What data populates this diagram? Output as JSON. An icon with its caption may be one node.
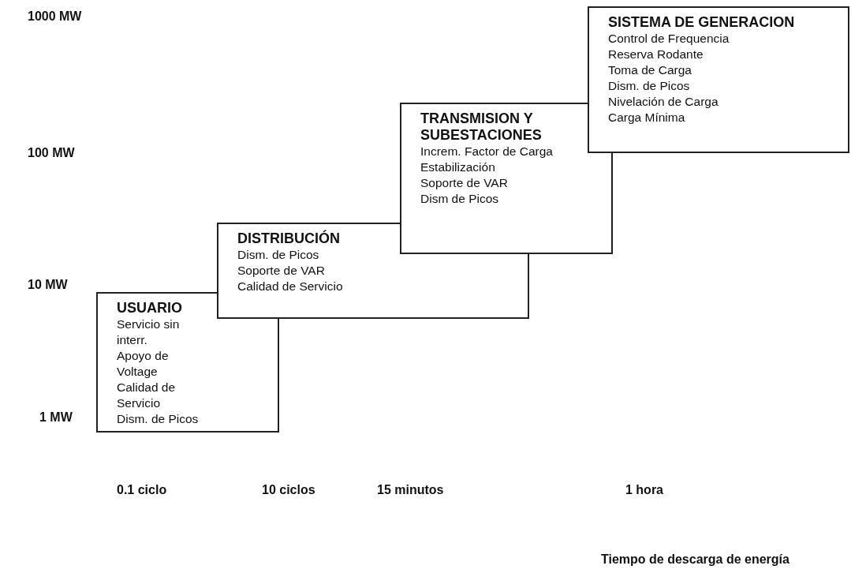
{
  "diagram": {
    "nodes": [
      {
        "text": [
          "USUARIO",
          "Servicio sin interr.",
          "Apoyo de Voltage",
          "Calidad de Servicio",
          "Dism. de Picos"
        ]
      },
      {
        "text": [
          "DISTRIBUCIÓN",
          "Dism. de Picos",
          "Soporte de VAR",
          "Calidad de Servicio"
        ]
      },
      {
        "text": [
          "TRANSMISION Y SUBESTACIONES",
          "Increm. Factor de Carga",
          "Estabilización",
          "Soporte de VAR",
          "Dism de Picos"
        ]
      },
      {
        "text": [
          "SISTEMA DE GENERACION",
          "Control de Frequencia",
          "Reserva Rodante",
          "Toma de Carga",
          "Dism. de Picos",
          "Nivelación de Carga",
          "Carga Mínima"
        ]
      }
    ],
    "labels": [
      "1000 MW",
      "100 MW",
      "10 MW",
      "1 MW",
      "0.1 ciclo",
      "10 ciclos",
      "15 minutos",
      "1 hora",
      "Tiempo de descarga de energía"
    ]
  }
}
